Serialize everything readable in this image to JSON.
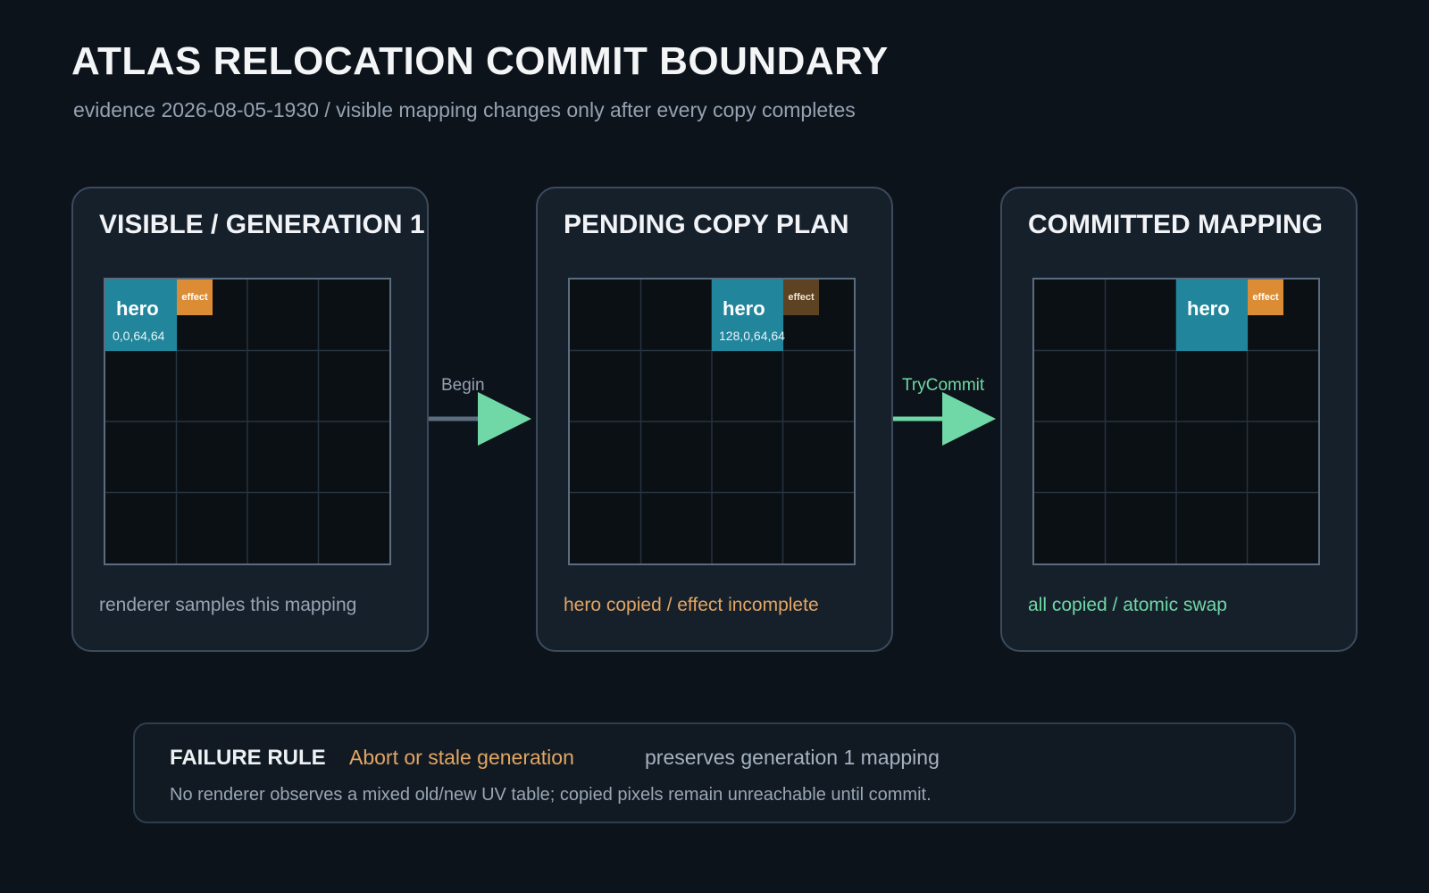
{
  "header": {
    "title": "ATLAS RELOCATION COMMIT BOUNDARY",
    "subtitle": "evidence 2026-08-05-1930 / visible mapping changes only after every copy completes"
  },
  "colors": {
    "background": "#0d131a",
    "panel": "#16202b",
    "hero_tile": "#21859c",
    "effect_tile": "#dd8c36",
    "effect_tile_incomplete": "#5e4322",
    "success": "#6fd8a6",
    "warning": "#e3a562",
    "muted": "#95a2b2"
  },
  "panels": [
    {
      "title": "VISIBLE / GENERATION 1",
      "hero_label": "hero",
      "hero_coords": "0,0,64,64",
      "effect_label": "effect",
      "caption": "renderer samples this mapping",
      "caption_color": "#98a4b2"
    },
    {
      "title": "PENDING COPY PLAN",
      "hero_label": "hero",
      "hero_coords": "128,0,64,64",
      "effect_label": "effect",
      "caption": "hero copied / effect incomplete",
      "caption_color": "#e3a562"
    },
    {
      "title": "COMMITTED MAPPING",
      "hero_label": "hero",
      "hero_coords": "",
      "effect_label": "effect",
      "caption": "all copied / atomic swap",
      "caption_color": "#6fd8a6"
    }
  ],
  "transitions": [
    {
      "label": "Begin",
      "label_color": "#95a2b2"
    },
    {
      "label": "TryCommit",
      "label_color": "#6fd8a6"
    }
  ],
  "failure_rule": {
    "heading": "FAILURE RULE",
    "condition": "Abort or stale generation",
    "result": "preserves generation 1 mapping",
    "detail": "No renderer observes a mixed old/new UV table; copied pixels remain unreachable until commit."
  }
}
